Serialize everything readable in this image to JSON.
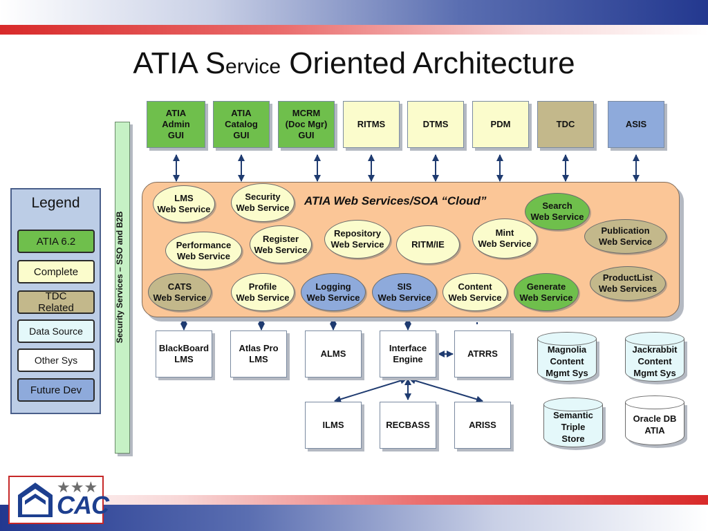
{
  "title": {
    "prefix": "ATIA S",
    "small": "ervice",
    "suffix": " Oriented Architecture"
  },
  "colors": {
    "green": "#6fbf4c",
    "yellow": "#fbfccc",
    "tan": "#c3b88b",
    "blue": "#8eaadb",
    "cloud": "#fbc697",
    "security_bar": "#c6f1c5"
  },
  "top_boxes": [
    {
      "label": "ATIA\nAdmin\nGUI",
      "color": "green"
    },
    {
      "label": "ATIA\nCatalog\nGUI",
      "color": "green"
    },
    {
      "label": "MCRM\n(Doc Mgr)\nGUI",
      "color": "green"
    },
    {
      "label": "RITMS",
      "color": "yellow"
    },
    {
      "label": "DTMS",
      "color": "yellow"
    },
    {
      "label": "PDM",
      "color": "yellow"
    },
    {
      "label": "TDC",
      "color": "tan"
    },
    {
      "label": "ASIS",
      "color": "blue"
    }
  ],
  "cloud": {
    "title": "ATIA Web Services/SOA “Cloud”",
    "services": {
      "lms": "LMS\nWeb Service",
      "security": "Security\nWeb Service",
      "search": "Search\nWeb Service",
      "publication": "Publication\nWeb Service",
      "performance": "Performance\nWeb Service",
      "register": "Register\nWeb Service",
      "repository": "Repository\nWeb Service",
      "ritm_ie": "RITM/IE",
      "mint": "Mint\nWeb Service",
      "productlist": "ProductList\nWeb Services",
      "cats": "CATS\nWeb Service",
      "profile": "Profile\nWeb Service",
      "logging": "Logging\nWeb Service",
      "sis": "SIS\nWeb Service",
      "content": "Content\nWeb Service",
      "generate": "Generate\nWeb Service"
    }
  },
  "security_bar": {
    "label": "Security Services – SSO and B2B"
  },
  "legend": {
    "title": "Legend",
    "items": [
      {
        "label": "ATIA 6.2",
        "color": "green"
      },
      {
        "label": "Complete",
        "color": "yellow"
      },
      {
        "label": "TDC\nRelated",
        "color": "tan"
      },
      {
        "label": "Data Source",
        "color": "cyan"
      },
      {
        "label": "Other Sys",
        "color": "white"
      },
      {
        "label": "Future Dev",
        "color": "blue"
      }
    ]
  },
  "lower_boxes": {
    "blackboard": "BlackBoard\nLMS",
    "atlaspro": "Atlas Pro\nLMS",
    "alms": "ALMS",
    "interface": "Interface\nEngine",
    "atrrs": "ATRRS",
    "ilms": "ILMS",
    "recbass": "RECBASS",
    "ariss": "ARISS"
  },
  "databases": {
    "magnolia": "Magnolia\nContent\nMgmt Sys",
    "jackrabbit": "Jackrabbit\nContent\nMgmt Sys",
    "semantic": "Semantic\nTriple\nStore",
    "oracle": "Oracle DB\nATIA"
  },
  "logo": {
    "text": "CAC",
    "stars": "★★★"
  }
}
